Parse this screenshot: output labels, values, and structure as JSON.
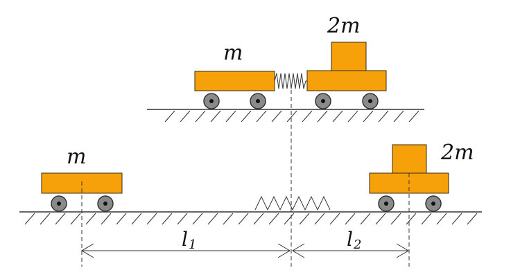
{
  "labels": {
    "top_left_mass": "m",
    "top_right_mass": "2m",
    "bottom_left_mass": "m",
    "bottom_right_mass": "2m",
    "distance_1": "l",
    "distance_1_sub": "1",
    "distance_2": "l",
    "distance_2_sub": "2"
  },
  "colors": {
    "cart": "#f7a10a",
    "wheel": "#8a8a8a"
  }
}
